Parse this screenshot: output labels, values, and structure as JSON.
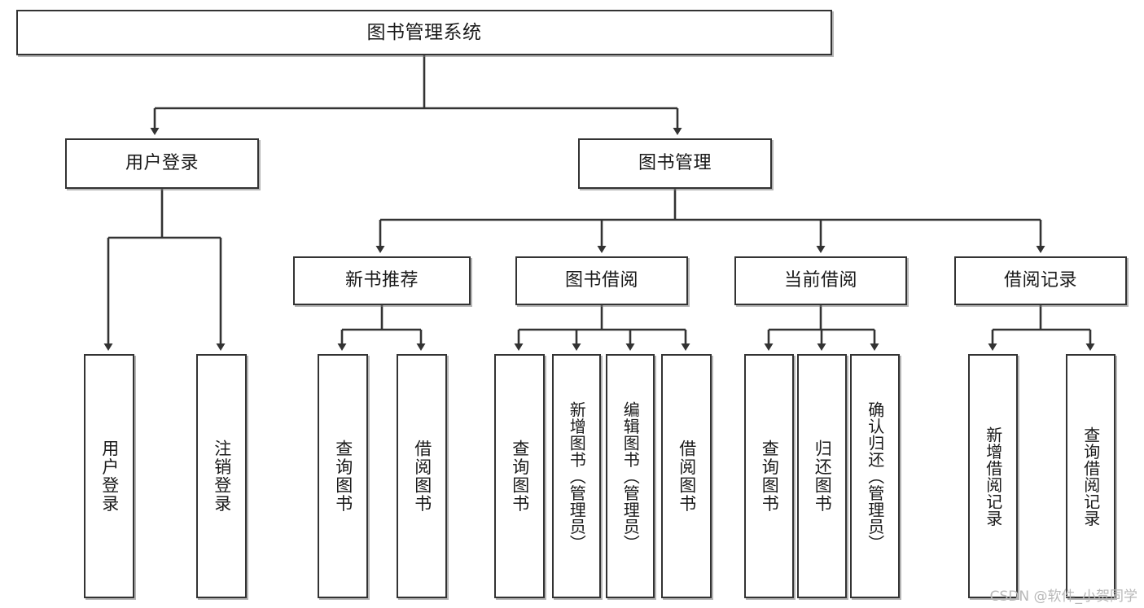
{
  "diagram": {
    "title": "图书管理系统",
    "watermark": "CSDN @软件_小贺同学",
    "colors": {
      "box_border": "#333333",
      "box_fill": "#ffffff",
      "line": "#333333",
      "watermark": "#b8b8b8"
    },
    "nodes": {
      "root": {
        "label": "图书管理系统"
      },
      "level2": [
        {
          "id": "user-login",
          "label": "用户登录"
        },
        {
          "id": "book-management",
          "label": "图书管理"
        }
      ],
      "level3": [
        {
          "id": "new-book-recommend",
          "label": "新书推荐"
        },
        {
          "id": "book-borrow",
          "label": "图书借阅"
        },
        {
          "id": "current-borrow",
          "label": "当前借阅"
        },
        {
          "id": "borrow-record",
          "label": "借阅记录"
        }
      ],
      "leaves_user_login": [
        {
          "id": "leaf-user-login",
          "label": "用户登录"
        },
        {
          "id": "leaf-logout",
          "label": "注销登录"
        }
      ],
      "leaves_new_book": [
        {
          "id": "leaf-query-book-1",
          "label": "查询图书"
        },
        {
          "id": "leaf-borrow-book-1",
          "label": "借阅图书"
        }
      ],
      "leaves_book_borrow": [
        {
          "id": "leaf-query-book-2",
          "label": "查询图书"
        },
        {
          "id": "leaf-add-book",
          "label": "新增图书（管理员）"
        },
        {
          "id": "leaf-edit-book",
          "label": "编辑图书（管理员）"
        },
        {
          "id": "leaf-borrow-book-2",
          "label": "借阅图书"
        }
      ],
      "leaves_current_borrow": [
        {
          "id": "leaf-query-book-3",
          "label": "查询图书"
        },
        {
          "id": "leaf-return-book",
          "label": "归还图书"
        },
        {
          "id": "leaf-confirm-return",
          "label": "确认归还（管理员）"
        }
      ],
      "leaves_borrow_record": [
        {
          "id": "leaf-add-record",
          "label": "新增借阅记录"
        },
        {
          "id": "leaf-query-record",
          "label": "查询借阅记录"
        }
      ]
    }
  }
}
